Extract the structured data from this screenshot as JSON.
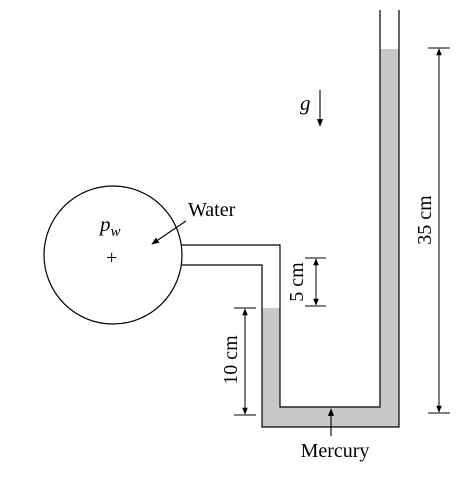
{
  "labels": {
    "pressure_symbol": "p",
    "pressure_subscript": "w",
    "center_marker": "+",
    "gravity": "g",
    "water": "Water",
    "mercury": "Mercury",
    "dim_5cm": "5 cm",
    "dim_10cm": "10 cm",
    "dim_35cm": "35 cm"
  },
  "colors": {
    "mercury_fill": "#c8c8c8",
    "line": "#000000",
    "background": "#ffffff"
  }
}
